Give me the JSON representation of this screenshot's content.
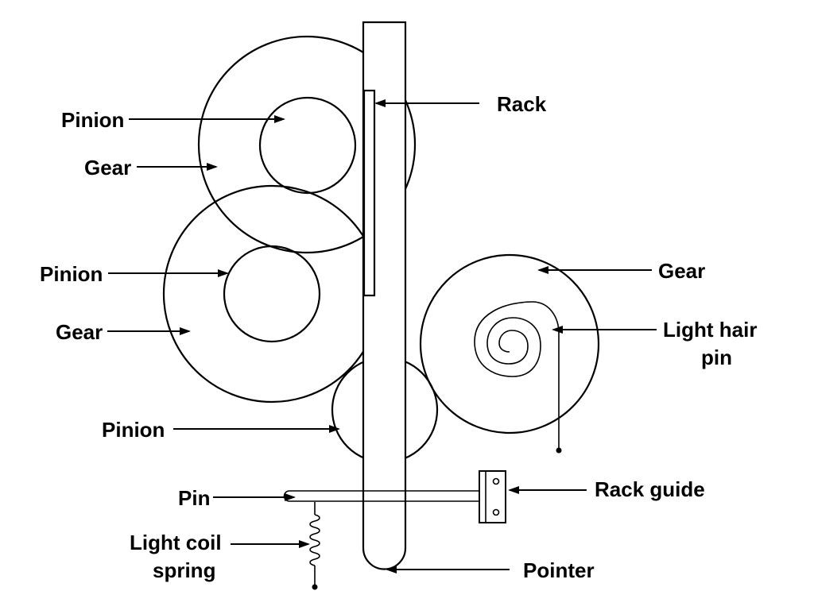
{
  "labels": {
    "pinion_top": "Pinion",
    "gear_top": "Gear",
    "pinion_mid": "Pinion",
    "gear_mid": "Gear",
    "pinion_bottom": "Pinion",
    "pin": "Pin",
    "light_coil_spring_line1": "Light coil",
    "light_coil_spring_line2": "spring",
    "rack": "Rack",
    "gear_right": "Gear",
    "light_hair_pin_line1": "Light hair",
    "light_hair_pin_line2": "pin",
    "rack_guide": "Rack guide",
    "pointer": "Pointer"
  },
  "colors": {
    "ink": "#000000",
    "background": "#ffffff"
  }
}
